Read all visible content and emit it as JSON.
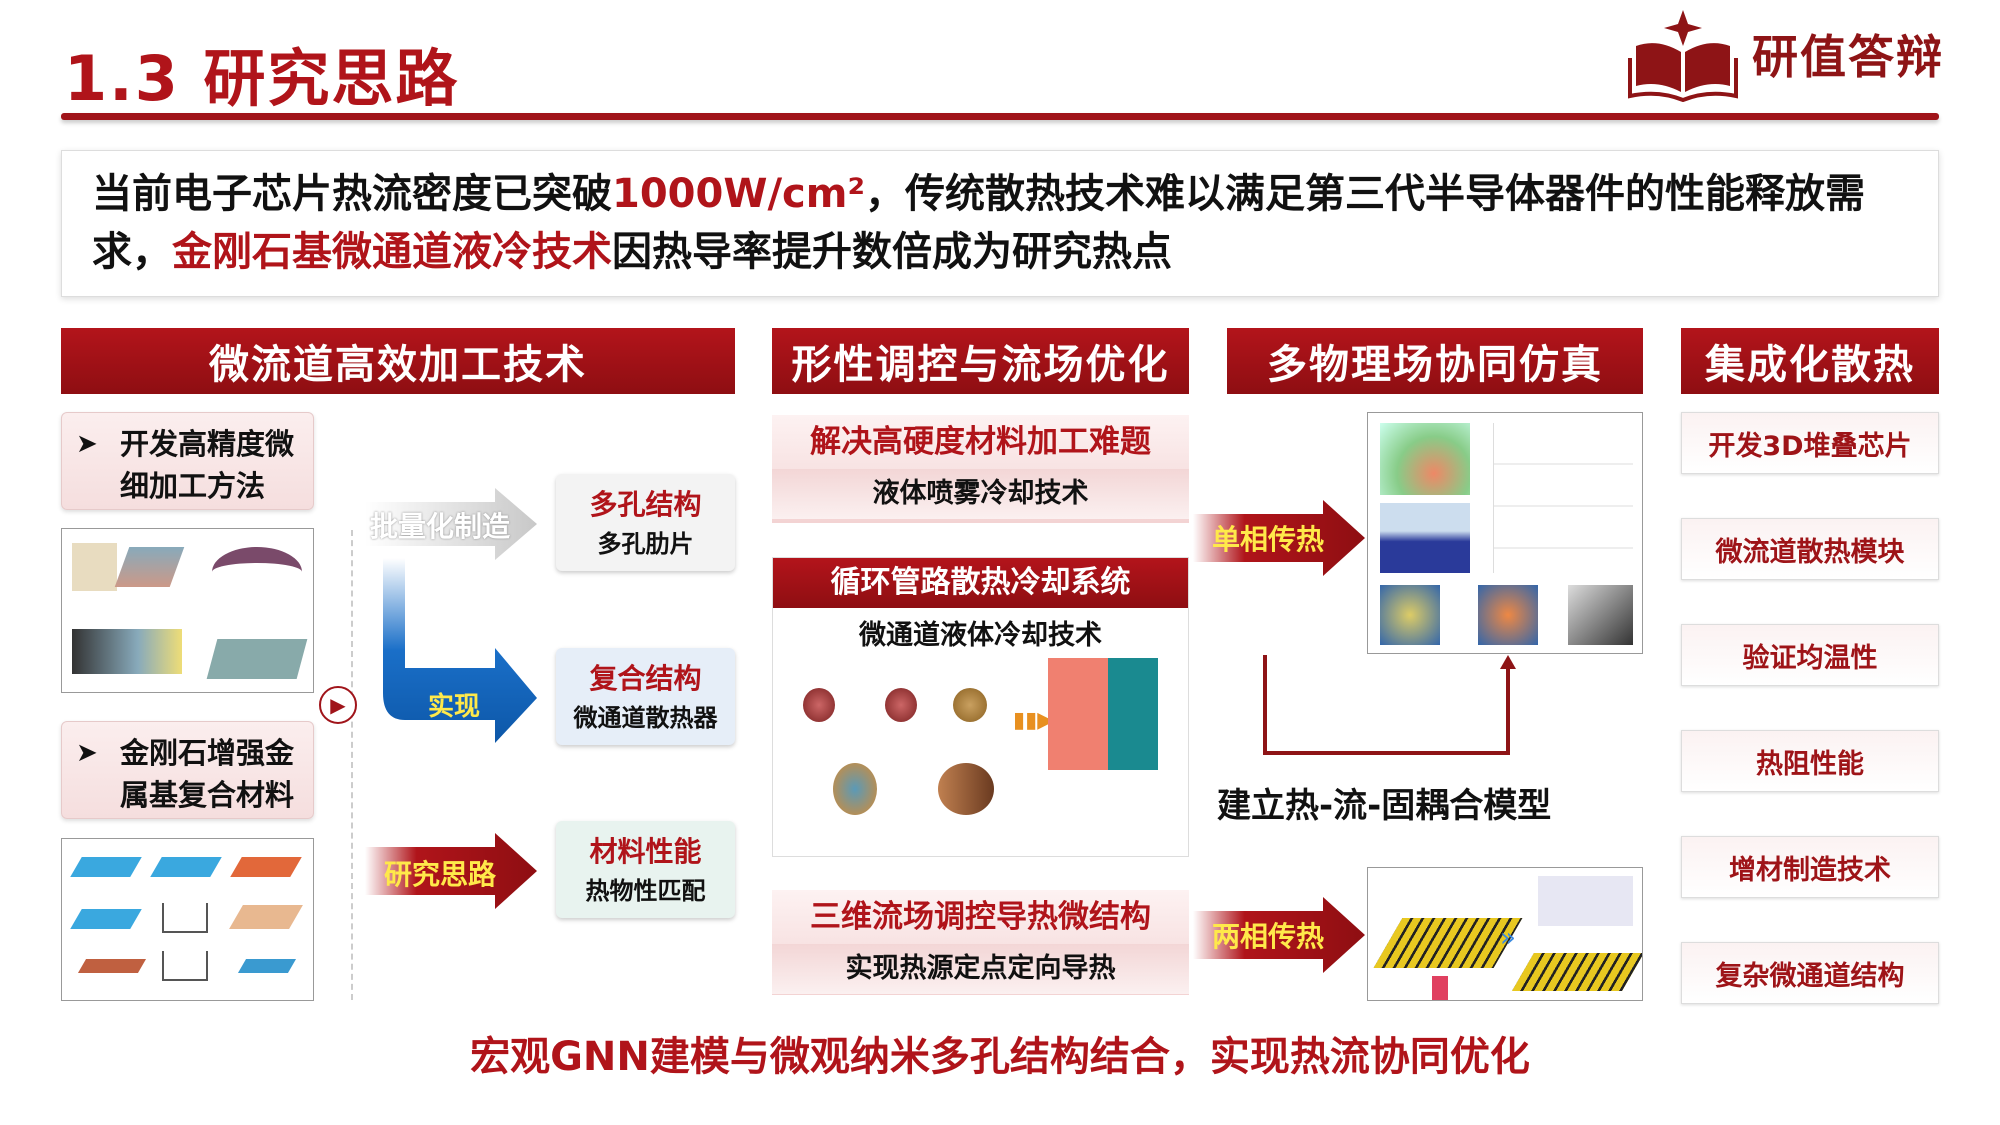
{
  "header": {
    "title": "1.3  研究思路",
    "logo_text": "研值答辩"
  },
  "intro": {
    "part1": "当前电子芯片热流密度已突破",
    "highlight1": "1000W/cm²",
    "part2": "，传统散热技术难以满足第三代半导体器件的性能释放需求，",
    "highlight2": "金刚石基微通道液冷技术",
    "part3": "因热导率提升数倍成为研究热点"
  },
  "columns": {
    "c1": {
      "title": "微流道高效加工技术",
      "item1": "开发高精度微细加工方法",
      "item2": "金刚石增强金属基复合材料",
      "arrow_gray": "批量化制造",
      "arrow_blue": "实现",
      "arrow_red": "研究思路",
      "results": [
        {
          "title": "多孔结构",
          "sub": "多孔肋片",
          "bg": "#f3f3f3"
        },
        {
          "title": "复合结构",
          "sub": "微通道散热器",
          "bg": "#e6eef8"
        },
        {
          "title": "材料性能",
          "sub": "热物性匹配",
          "bg": "#e8f3ef"
        }
      ]
    },
    "c2": {
      "title": "形性调控与流场优化",
      "block1_title": "解决高硬度材料加工难题",
      "block1_sub": "液体喷雾冷却技术",
      "block2_title": "循环管路散热冷却系统",
      "block2_sub": "微通道液体冷却技术",
      "block3_title": "三维流场调控导热微结构",
      "block3_sub": "实现热源定点定向导热"
    },
    "c3": {
      "title": "多物理场协同仿真",
      "arrow1": "单相传热",
      "arrow2": "两相传热",
      "model": "建立热-流-固耦合模型"
    },
    "c4": {
      "title": "集成化散热",
      "items": [
        "开发3D堆叠芯片",
        "微流道散热模块",
        "验证均温性",
        "热阻性能",
        "增材制造技术",
        "复杂微通道结构"
      ]
    }
  },
  "footer": {
    "conclusion": "宏观GNN建模与微观纳米多孔结构结合，实现热流协同优化"
  },
  "colors": {
    "brand_red": "#b0141a",
    "header_red": "#a0141a",
    "blue_arrow": "#1060b8"
  }
}
